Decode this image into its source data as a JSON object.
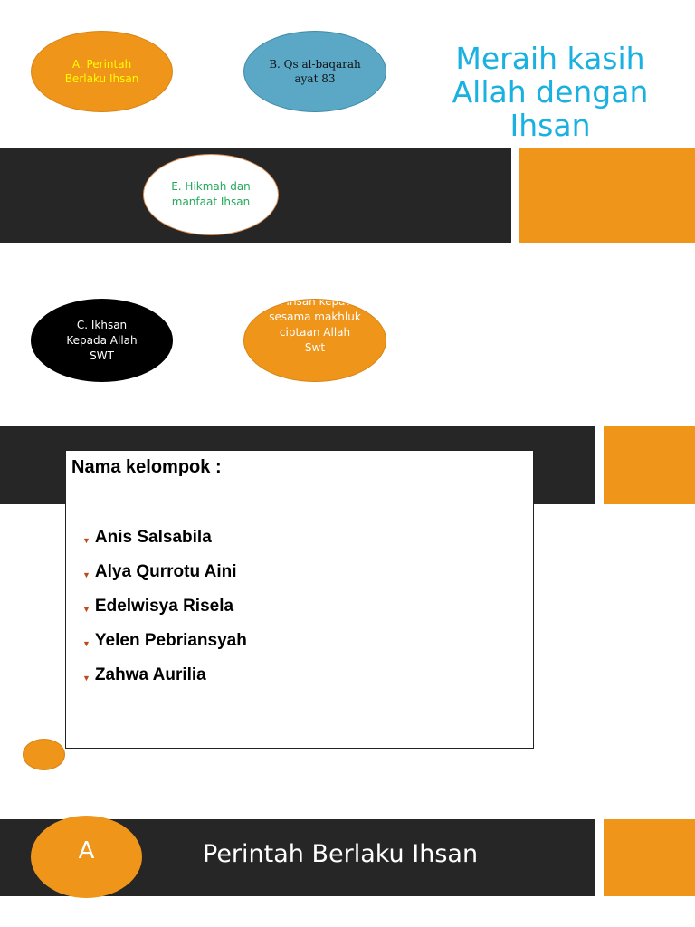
{
  "slide1": {
    "ovals": {
      "a": "A. Perintah Berlaku Ihsan",
      "b": "B. Qs al-baqarah ayat 83",
      "e": "E. Hikmah dan manfaat Ihsan",
      "c": "C. Ikhsan Kepada Allah SWT",
      "d": "D. Ihsan kepada sesama makhluk ciptaan Allah Swt"
    },
    "title": "Meraih kasih Allah dengan Ihsan"
  },
  "slide2": {
    "heading": "Nama kelompok :",
    "members": [
      "Anis Salsabila",
      "Alya Qurrotu Aini",
      "Edelwisya Risela",
      "Yelen Pebriansyah",
      "Zahwa Aurilia"
    ]
  },
  "slide3": {
    "letter": "A",
    "title": "Perintah Berlaku Ihsan"
  },
  "colors": {
    "orange": "#ee951a",
    "dark_band": "#262626",
    "blue_oval": "#5aa8c6",
    "title_blue": "#1ab0e0"
  }
}
